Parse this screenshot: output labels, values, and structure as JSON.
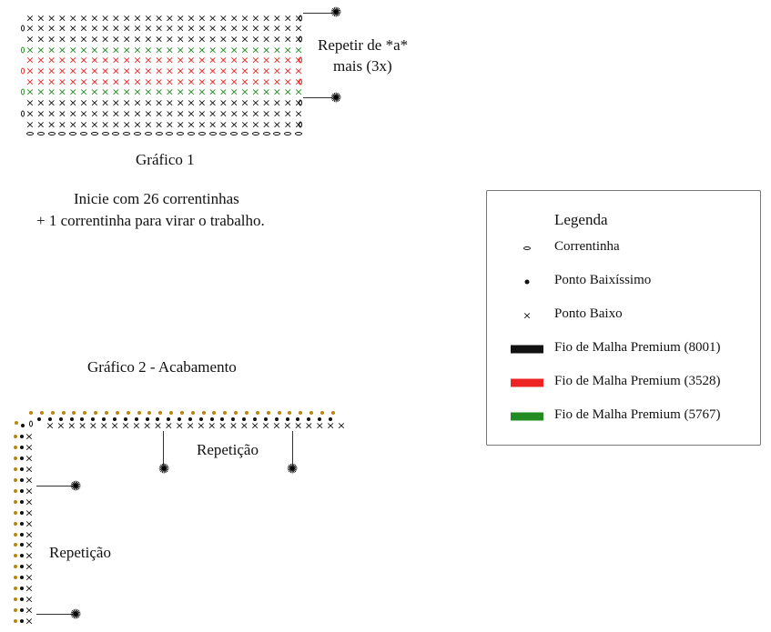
{
  "chart1": {
    "title": "Gráfico 1",
    "repeat_label_line1": "Repetir de *a*",
    "repeat_label_line2": "mais (3x)",
    "stitches_per_row": 26,
    "row_colors": [
      "black",
      "black",
      "black",
      "green",
      "red",
      "red",
      "red",
      "green",
      "black",
      "black",
      "black"
    ],
    "instructions_line1": "Inicie com 26 correntinhas",
    "instructions_line2": "+ 1 correntinha para virar o trabalho."
  },
  "chart2": {
    "title": "Gráfico 2 - Acabamento",
    "repeat_label_top": "Repetição",
    "repeat_label_left": "Repetição",
    "top_stitches": 28,
    "left_rows": 19
  },
  "colors": {
    "black": "#111111",
    "red": "#ee2424",
    "green": "#228b22",
    "gold": "#b8860b"
  },
  "legend": {
    "title": "Legenda",
    "items": [
      {
        "label": "Correntinha",
        "icon": "chain-stitch-icon"
      },
      {
        "label": "Ponto Baixíssimo",
        "icon": "slip-stitch-icon"
      },
      {
        "label": "Ponto Baixo",
        "icon": "single-crochet-icon"
      },
      {
        "label": "Fio de Malha Premium (8001)",
        "color": "#111111"
      },
      {
        "label": "Fio de Malha Premium (3528)",
        "color": "#ee2424"
      },
      {
        "label": "Fio de Malha Premium (5767)",
        "color": "#228b22"
      }
    ]
  }
}
